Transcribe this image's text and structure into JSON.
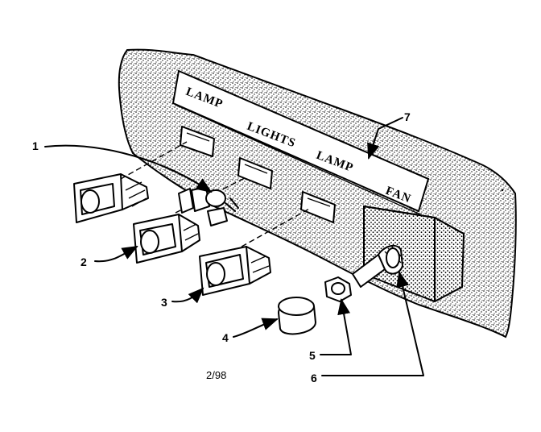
{
  "panel_labels": {
    "lamp_left": "LAMP",
    "lights": "LIGHTS",
    "lamp_right": "LAMP",
    "fan": "FAN"
  },
  "callouts": [
    "1",
    "2",
    "3",
    "4",
    "5",
    "6",
    "7"
  ],
  "date_code": "2/98"
}
